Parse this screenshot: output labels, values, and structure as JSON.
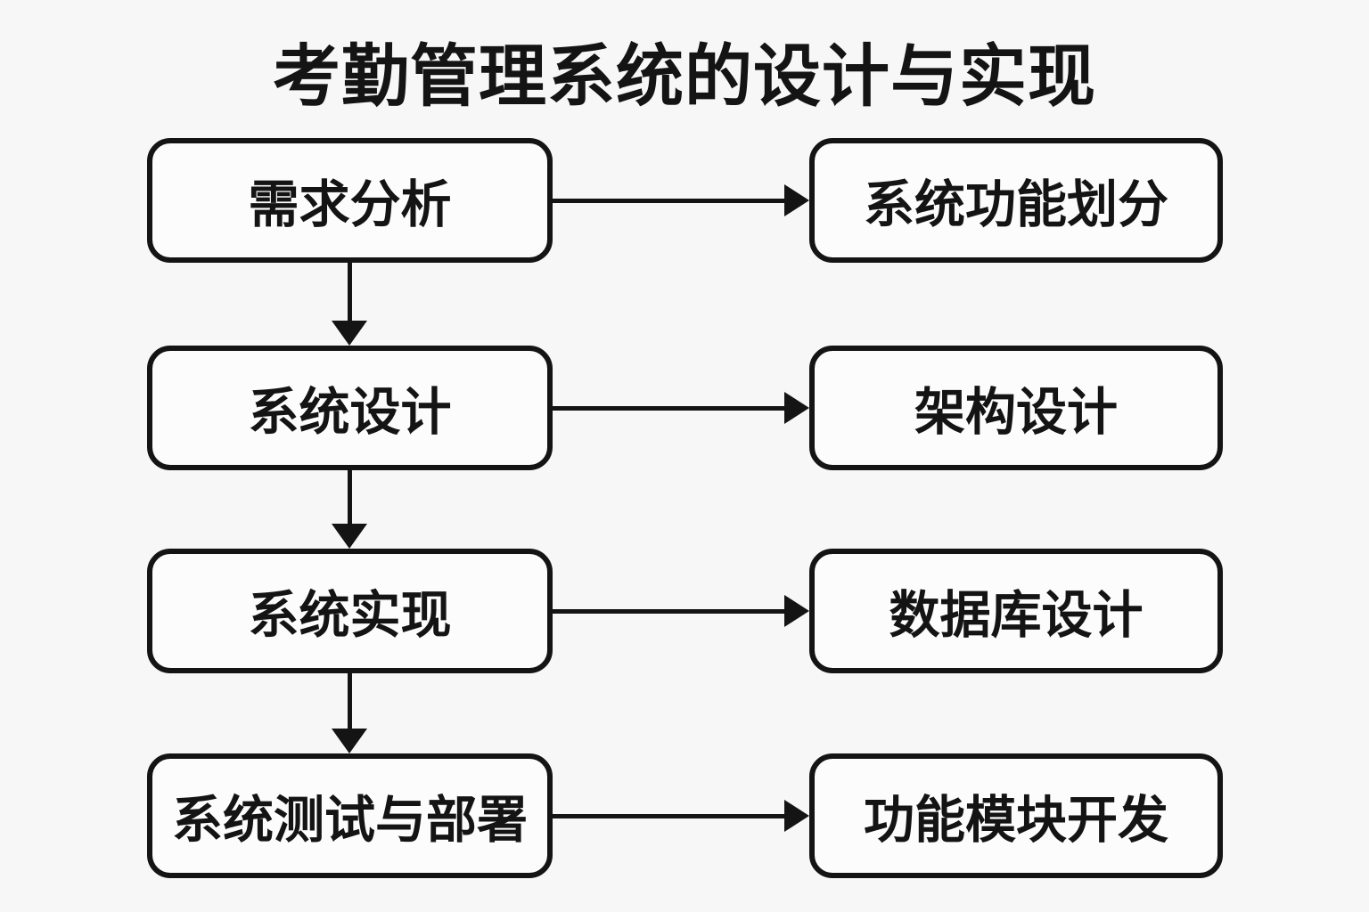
{
  "title": "考勤管理系统的设计与实现",
  "colors": {
    "background": "#f7f7f7",
    "box_fill": "#fcfcfc",
    "stroke": "#141414",
    "text": "#141414"
  },
  "flow": {
    "left_column": [
      {
        "id": "requirements-analysis",
        "label": "需求分析"
      },
      {
        "id": "system-design",
        "label": "系统设计"
      },
      {
        "id": "system-implementation",
        "label": "系统实现"
      },
      {
        "id": "system-testing-deployment",
        "label": "系统测试与部署"
      }
    ],
    "right_column": [
      {
        "id": "system-function-division",
        "label": "系统功能划分"
      },
      {
        "id": "architecture-design",
        "label": "架构设计"
      },
      {
        "id": "database-design",
        "label": "数据库设计"
      },
      {
        "id": "function-module-development",
        "label": "功能模块开发"
      }
    ],
    "connections": [
      {
        "from": "需求分析",
        "to": "系统功能划分",
        "direction": "right"
      },
      {
        "from": "系统设计",
        "to": "架构设计",
        "direction": "right"
      },
      {
        "from": "系统实现",
        "to": "数据库设计",
        "direction": "right"
      },
      {
        "from": "系统测试与部署",
        "to": "功能模块开发",
        "direction": "right"
      },
      {
        "from": "需求分析",
        "to": "系统设计",
        "direction": "down"
      },
      {
        "from": "系统设计",
        "to": "系统实现",
        "direction": "down"
      },
      {
        "from": "系统实现",
        "to": "系统测试与部署",
        "direction": "down"
      }
    ]
  }
}
